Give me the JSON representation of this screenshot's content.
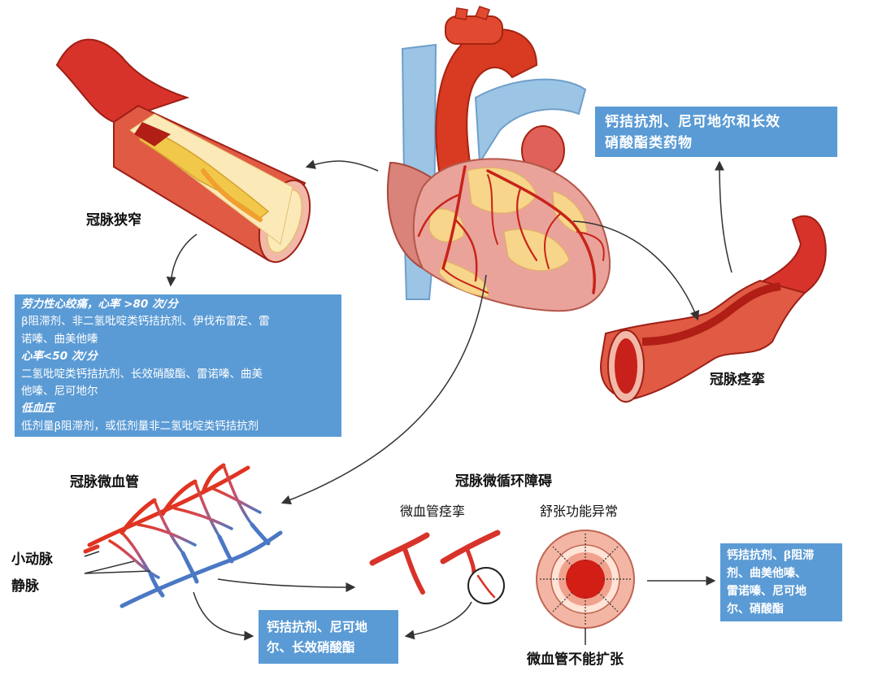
{
  "labels": {
    "stenosis": "冠脉狭窄",
    "spasm": "冠脉痉挛",
    "microvessels": "冠脉微血管",
    "micro_disorder": "冠脉微循环障碍",
    "micro_spasm": "微血管痉挛",
    "diastolic_abnormal": "舒张功能异常",
    "arteriole": "小动脉",
    "vein": "静脉",
    "cannot_dilate": "微血管不能扩张"
  },
  "boxes": {
    "left": {
      "heading1": "劳力性心绞痛，心率 >80 次/分",
      "text1_line1": "β阻滞剂、非二氢吡啶类钙拮抗剂、伊伐布雷定、雷",
      "text1_line2": "诺嗪、曲美他嗪",
      "heading2": "心率<50 次/分",
      "text2_line1": "二氢吡啶类钙拮抗剂、长效硝酸酯、雷诺嗪、曲美",
      "text2_line2": "他嗪、尼可地尔",
      "heading3": "低血压",
      "text3_line1": "低剂量β阻滞剂，或低剂量非二氢吡啶类钙拮抗剂"
    },
    "top_right": {
      "line1": "钙拮抗剂、尼可地尔和长效",
      "line2": "硝酸酯类药物"
    },
    "bottom_center": {
      "line1": "钙拮抗剂、尼可地",
      "line2": "尔、长效硝酸酯"
    },
    "right": {
      "line1": "钙拮抗剂、β阻滞",
      "line2": "剂、曲美他嗪、",
      "line3": "雷诺嗪、尼可地",
      "line4": "尔、硝酸酯"
    }
  },
  "colors": {
    "box_fill": "#5b9bd5",
    "artery_red": "#d32d1e",
    "vessel_blue": "#4a78c4",
    "fat_yellow": "#f7d58a",
    "arrow": "#333333"
  }
}
